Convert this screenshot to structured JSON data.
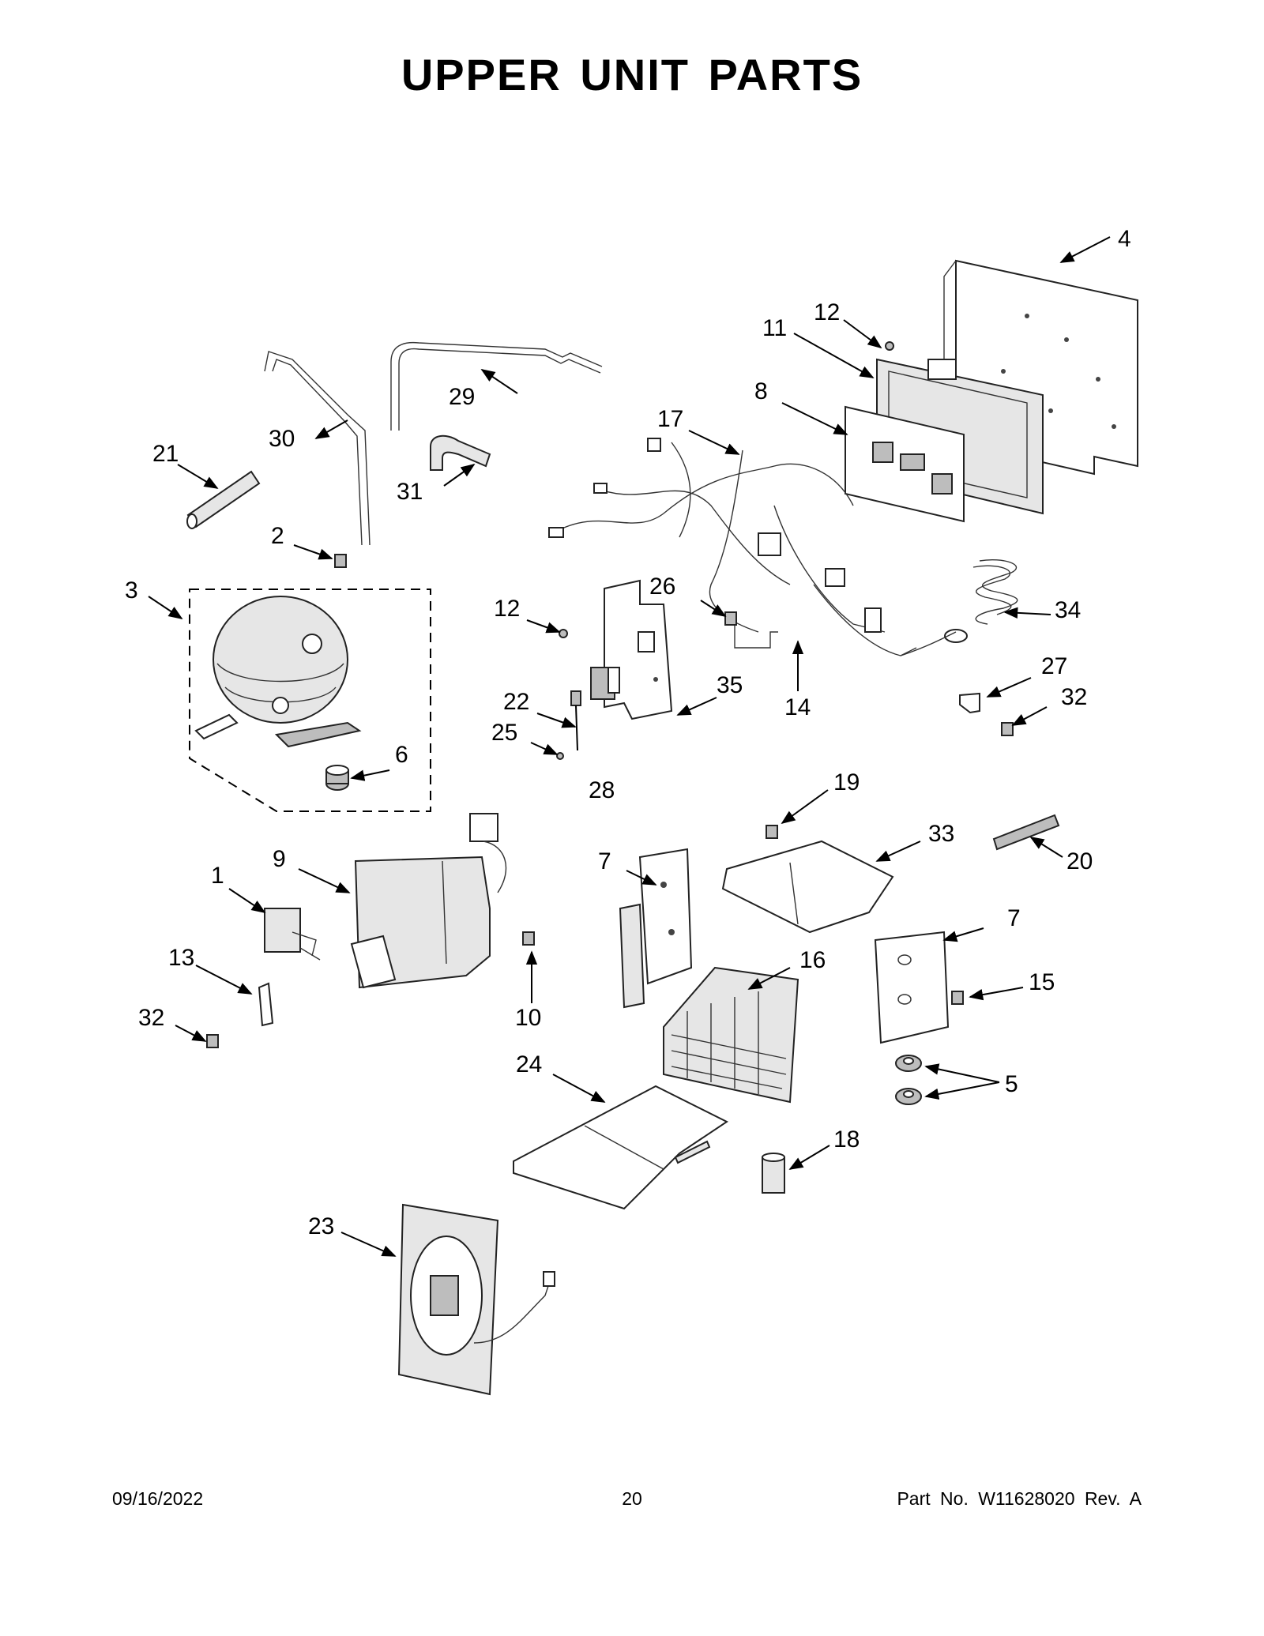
{
  "title": "UPPER UNIT PARTS",
  "footer": {
    "date": "09/16/2022",
    "page": "20",
    "part_number": "Part No.  W11628020  Rev.  A"
  },
  "callouts": {
    "c1": "1",
    "c2": "2",
    "c3": "3",
    "c4": "4",
    "c5": "5",
    "c6": "6",
    "c7a": "7",
    "c7b": "7",
    "c8": "8",
    "c9": "9",
    "c10": "10",
    "c11": "11",
    "c12a": "12",
    "c12b": "12",
    "c13": "13",
    "c14": "14",
    "c15": "15",
    "c16": "16",
    "c17": "17",
    "c18": "18",
    "c19": "19",
    "c20": "20",
    "c21": "21",
    "c22": "22",
    "c23": "23",
    "c24": "24",
    "c25": "25",
    "c26": "26",
    "c27": "27",
    "c28": "28",
    "c29": "29",
    "c30": "30",
    "c31": "31",
    "c32a": "32",
    "c32b": "32",
    "c33": "33",
    "c34": "34",
    "c35": "35"
  }
}
